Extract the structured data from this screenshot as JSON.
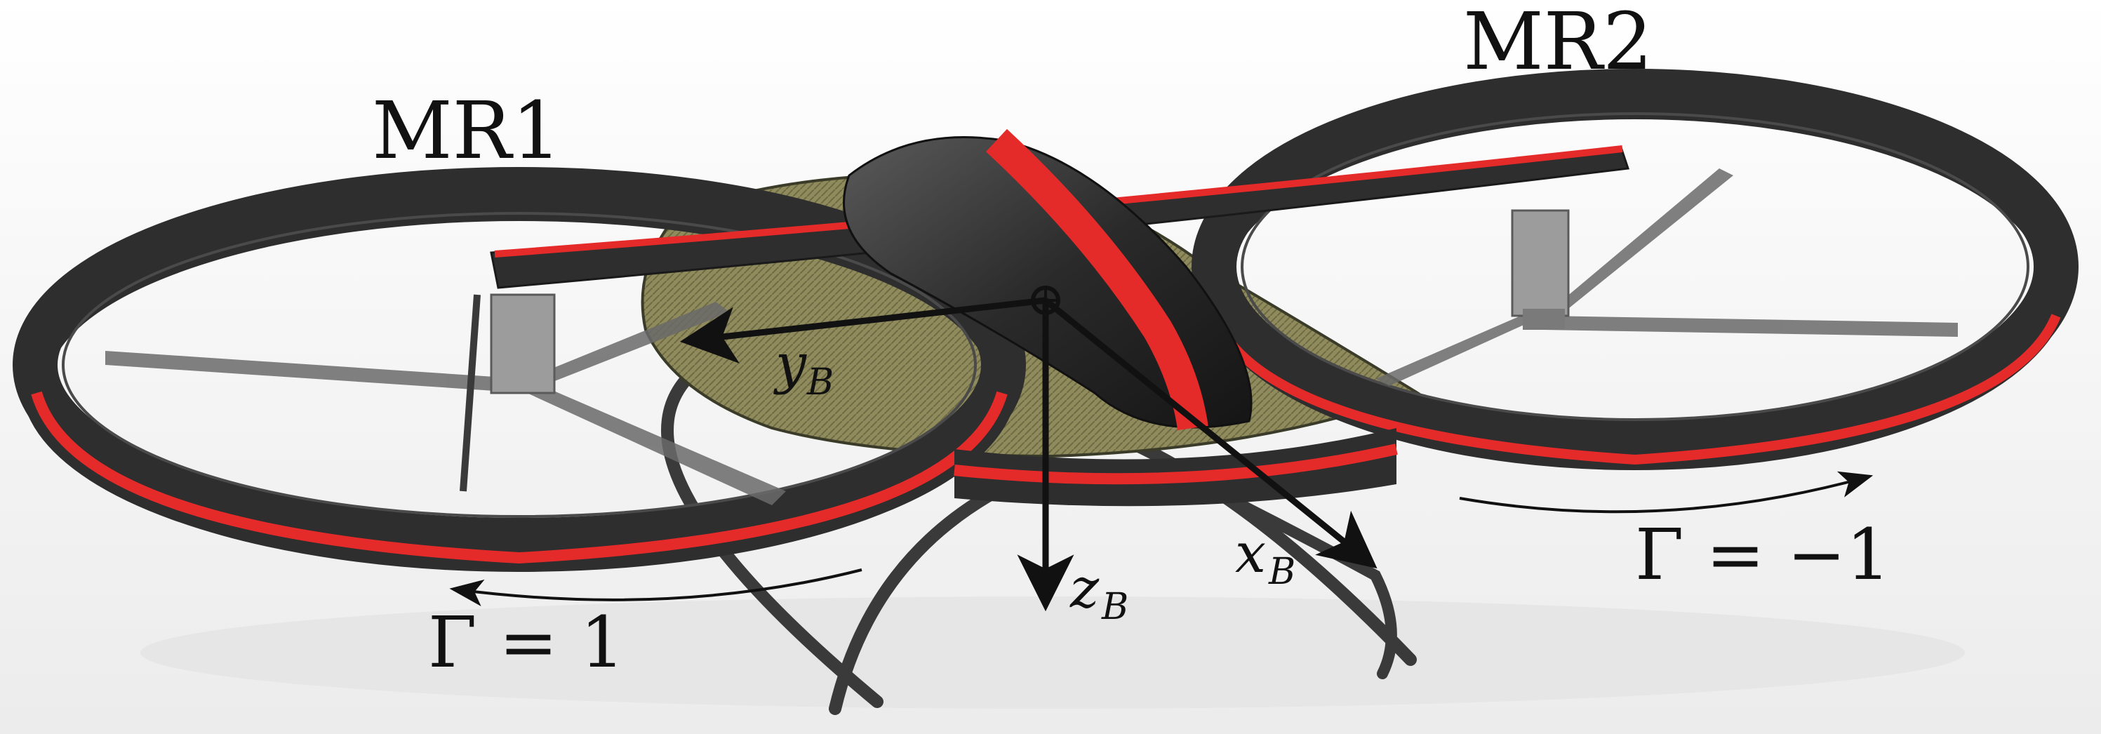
{
  "rotors": {
    "left": {
      "name": "MR1",
      "direction": "Γ = 1"
    },
    "right": {
      "name": "MR2",
      "direction": "Γ = −1"
    }
  },
  "axes": {
    "y": {
      "symbol": "y",
      "subscript": "B"
    },
    "z": {
      "symbol": "z",
      "subscript": "B"
    },
    "x": {
      "symbol": "x",
      "subscript": "B"
    }
  },
  "colors": {
    "frame": "#2e2e2e",
    "stripe": "#e52a2a",
    "plate": "#8a8658",
    "arrow": "#111111"
  }
}
